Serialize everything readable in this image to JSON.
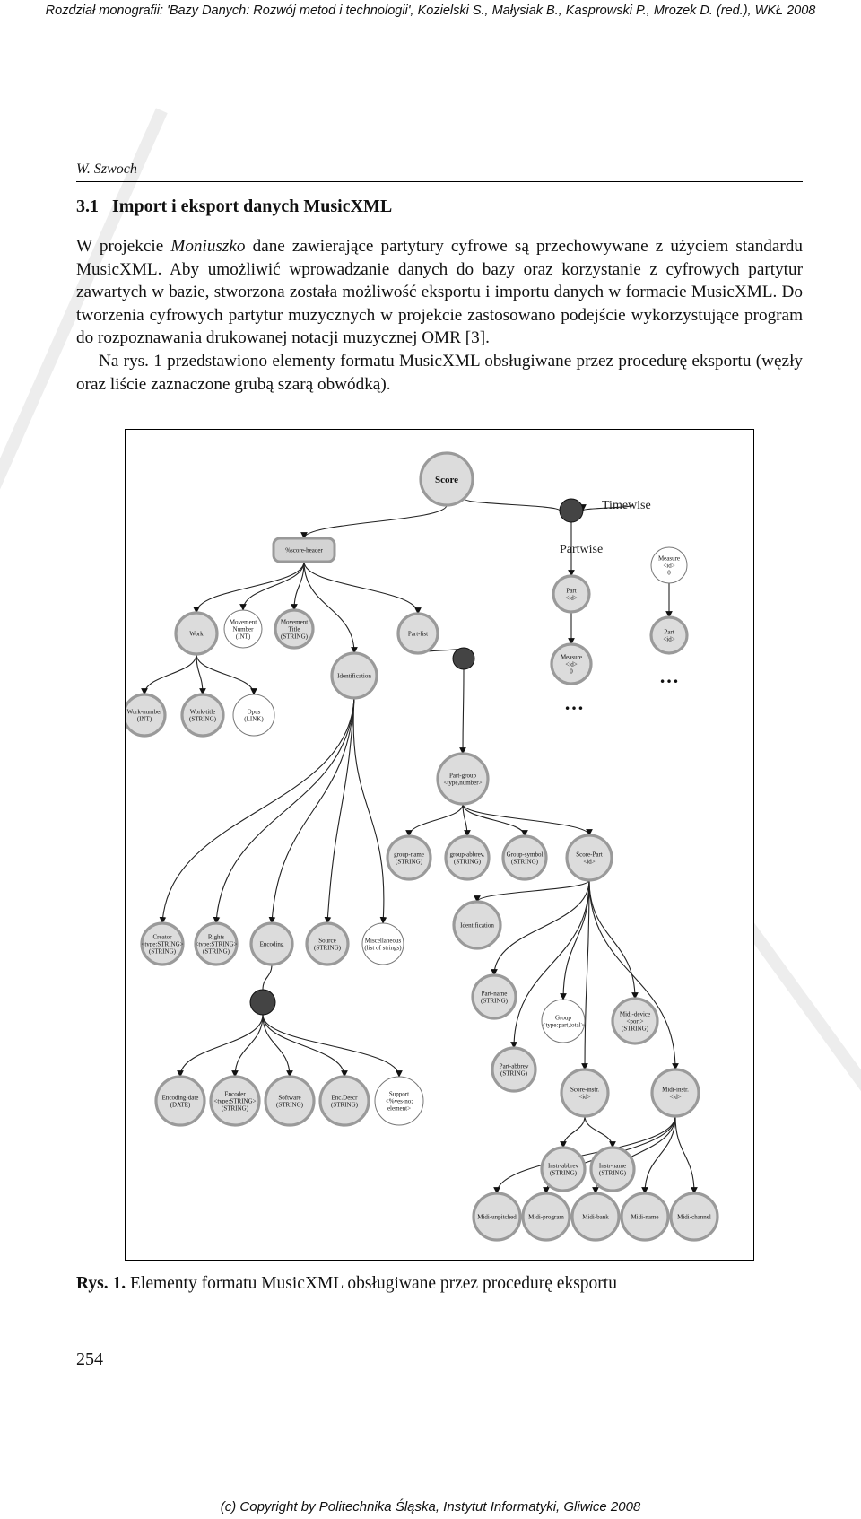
{
  "header": "Rozdział monografii: 'Bazy Danych: Rozwój metod i technologii', Kozielski S., Małysiak B., Kasprowski P., Mrozek D. (red.), WKŁ 2008",
  "running_head": "W. Szwoch",
  "section": {
    "number": "3.1",
    "title": "Import i eksport danych MusicXML"
  },
  "paragraph1": {
    "before": "W projekcie ",
    "emphasis": "Moniuszko",
    "after": " dane zawierające partytury cyfrowe są przechowywane z użyciem standardu MusicXML. Aby umożliwić wprowadzanie danych do bazy oraz korzystanie z cyfrowych partytur zawartych w bazie, stworzona została możliwość eksportu i importu danych w formacie MusicXML. Do tworzenia cyfrowych partytur muzycznych w projekcie zastosowano podejście wykorzystujące program do rozpoznawania drukowanej notacji muzycznej OMR [3]."
  },
  "paragraph2": "Na rys. 1 przedstawiono elementy formatu MusicXML obsługiwane przez procedurę eksportu (węzły oraz liście zaznaczone grubą szarą obwódką).",
  "figure": {
    "labels": {
      "timewise": "Timewise",
      "partwise": "Partwise",
      "ellipsis": "…"
    },
    "nodes": {
      "score": [
        "Score"
      ],
      "score_header": [
        "%score-header"
      ],
      "measure_tw": [
        "Measure",
        "<id>",
        "0"
      ],
      "part_pw": [
        "Part",
        "<id>"
      ],
      "part_tw": [
        "Part",
        "<id>"
      ],
      "measure_pw": [
        "Measure",
        "<id>",
        "0"
      ],
      "work": [
        "Work"
      ],
      "movement_number": [
        "Movement",
        "Number",
        "(INT)"
      ],
      "movement_title": [
        "Movement",
        "Title",
        "(STRING)"
      ],
      "identification": [
        "Identification"
      ],
      "part_list": [
        "Part-list"
      ],
      "work_number": [
        "Work-number",
        "(INT)"
      ],
      "work_title": [
        "Work-title",
        "(STRING)"
      ],
      "opus": [
        "Opus",
        "(LINK)"
      ],
      "part_group": [
        "Part-group",
        "<type,number>"
      ],
      "group_name": [
        "group-name",
        "(STRING)"
      ],
      "group_abbrev": [
        "group-abbrev.",
        "(STRING)"
      ],
      "group_symbol": [
        "Group-symbol",
        "(STRING)"
      ],
      "score_part": [
        "Score-Part",
        "<id>"
      ],
      "creator": [
        "Creator",
        "<type:STRING>",
        "(STRING)"
      ],
      "rights": [
        "Rights",
        "<type:STRING>",
        "(STRING)"
      ],
      "encoding": [
        "Encoding"
      ],
      "source": [
        "Source",
        "(STRING)"
      ],
      "miscellaneous": [
        "Miscellaneous",
        "(list of strings)"
      ],
      "identification2": [
        "Identification"
      ],
      "part_name": [
        "Part-name",
        "(STRING)"
      ],
      "group": [
        "Group",
        "<type:part,total>"
      ],
      "midi_device": [
        "Midi-device",
        "<port>",
        "(STRING)"
      ],
      "part_abbrev": [
        "Part-abbrev",
        "(STRING)"
      ],
      "score_instr": [
        "Score-instr.",
        "<id>"
      ],
      "midi_instr": [
        "Midi-instr.",
        "<id>"
      ],
      "encoding_date": [
        "Encoding-date",
        "(DATE)"
      ],
      "encoder": [
        "Encoder",
        "<type:STRING>",
        "(STRING)"
      ],
      "software": [
        "Software",
        "(STRING)"
      ],
      "enc_descr": [
        "Enc.Descr",
        "(STRING)"
      ],
      "support": [
        "Support",
        "<%yes-no;",
        "element>"
      ],
      "instr_abbrev": [
        "Instr-abbrev",
        "(STRING)"
      ],
      "instr_name": [
        "Instr-name",
        "(STRING)"
      ],
      "midi_unpitched": [
        "Midi-unpitched"
      ],
      "midi_program": [
        "Midi-program"
      ],
      "midi_bank": [
        "Midi-bank"
      ],
      "midi_name": [
        "Midi-name"
      ],
      "midi_channel": [
        "Midi-channel"
      ]
    }
  },
  "caption": {
    "label": "Rys. 1.",
    "text": "Elementy formatu MusicXML obsługiwane przez procedurę eksportu"
  },
  "page_number": "254",
  "footer": "(c) Copyright by Politechnika Śląska, Instytut Informatyki, Gliwice 2008"
}
